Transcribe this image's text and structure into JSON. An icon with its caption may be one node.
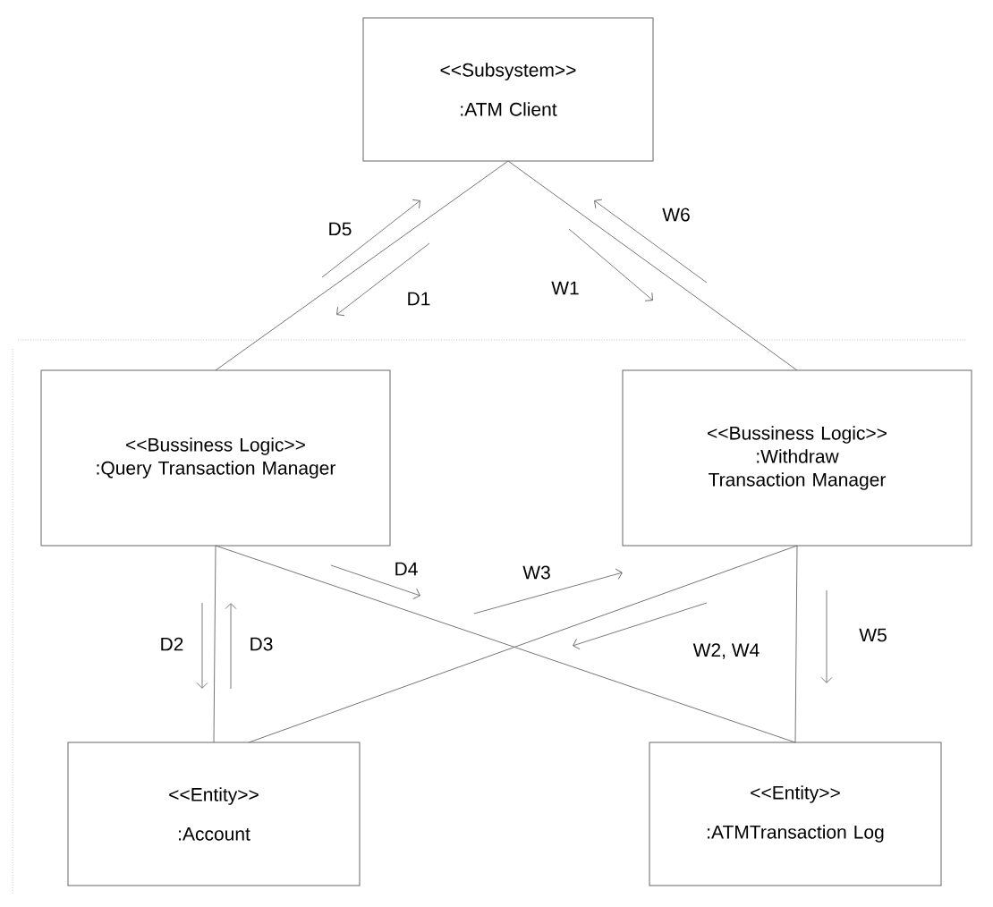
{
  "diagram": {
    "nodes": [
      {
        "text": [
          "<<Subsystem>>",
          ":ATM Client"
        ]
      },
      {
        "text": [
          "<<Bussiness Logic>>",
          ":Query Transaction Manager"
        ]
      },
      {
        "text": [
          "<<Bussiness Logic>>",
          ":Withdraw Transaction Manager"
        ]
      },
      {
        "text": [
          "<<Entity>>",
          ":Account"
        ]
      },
      {
        "text": [
          "<<Entity>>",
          ":ATMTransaction Log"
        ]
      }
    ],
    "edges": [
      {
        "from": 0,
        "to": 1,
        "arrow": "none"
      },
      {
        "from": 0,
        "to": 2,
        "arrow": "none"
      },
      {
        "from": 1,
        "to": 3,
        "arrow": "none"
      },
      {
        "from": 1,
        "to": 4,
        "arrow": "none"
      },
      {
        "from": 2,
        "to": 3,
        "arrow": "none"
      },
      {
        "from": 2,
        "to": 4,
        "arrow": "none"
      }
    ],
    "labels": [
      "D5",
      "W6",
      "D1",
      "W1",
      "D4",
      "W3",
      "D2",
      "D3",
      "W2, W4",
      "W5"
    ]
  }
}
